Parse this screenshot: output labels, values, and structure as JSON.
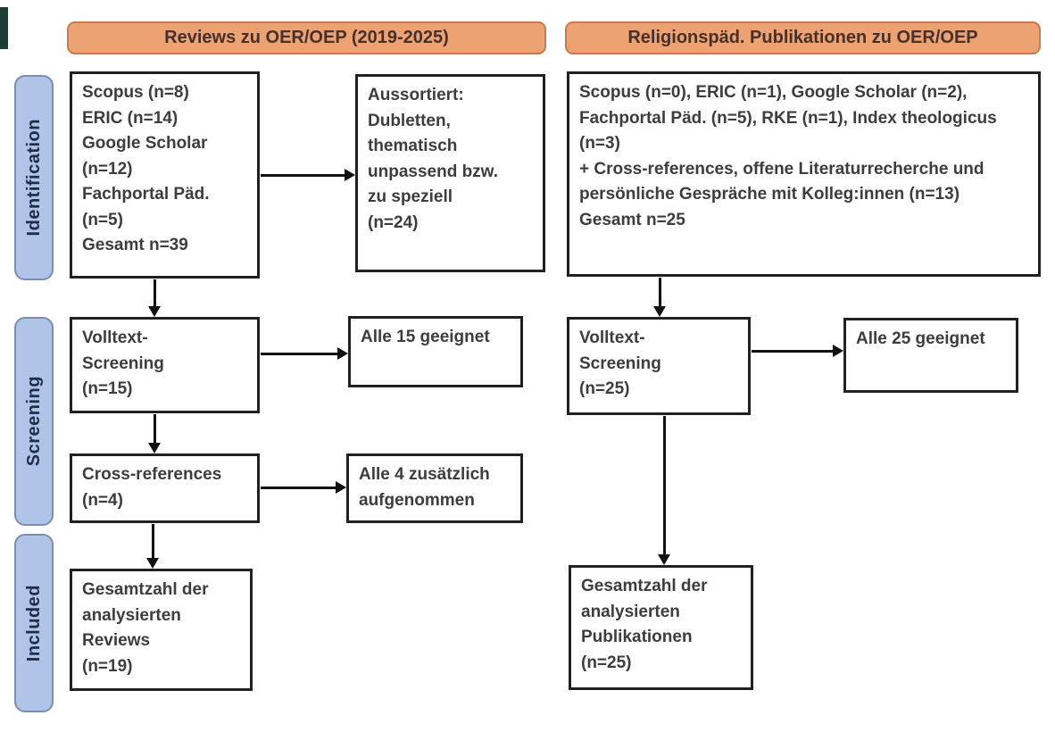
{
  "headers": {
    "left": "Reviews zu OER/OEP (2019-2025)",
    "right": "Religionspäd. Publikationen zu OER/OEP"
  },
  "stages": {
    "identification": "Identification",
    "screening": "Screening",
    "included": "Included"
  },
  "boxes": {
    "identification_sources_reviews": "Scopus (n=8)\nERIC (n=14)\nGoogle Scholar (n=12)\nFachportal Päd. (n=5)\nGesamt n=39",
    "excluded": "Aussortiert:\nDubletten,\nthematisch\nunpassend bzw.\nzu speziell\n(n=24)",
    "identification_sources_religion": "Scopus (n=0), ERIC (n=1), Google Scholar (n=2), Fachportal Päd. (n=5), RKE (n=1), Index theologicus (n=3)\n+ Cross-references, offene Literaturrecherche und persönliche Gespräche mit Kolleg:innen (n=13)\nGesamt n=25",
    "fulltext_screening_reviews": "Volltext-\nScreening\n(n=15)",
    "fulltext_result_reviews": "Alle 15 geeignet",
    "fulltext_screening_religion": "Volltext-\nScreening\n(n=25)",
    "fulltext_result_religion": "Alle 25 geeignet",
    "crossref": "Cross-references\n(n=4)",
    "crossref_result": "Alle 4 zusätzlich\naufgenommen",
    "included_reviews": "Gesamtzahl der\nanalysierten\nReviews\n(n=19)",
    "included_religion": "Gesamtzahl der\nanalysierten\nPublikationen\n(n=25)"
  },
  "colors": {
    "header_fill": "#eda273",
    "header_border": "#c77c4e",
    "header_text": "#47302a",
    "stage_fill": "#b0c4e7",
    "stage_border": "#7b8db4",
    "stage_text": "#1f2d49",
    "box_bg": "#ffffff",
    "box_border": "#212121",
    "box_text": "#3d3d3d",
    "arrow": "#111111",
    "accent_mark": "#1d3c35",
    "background": "#ffffff"
  }
}
